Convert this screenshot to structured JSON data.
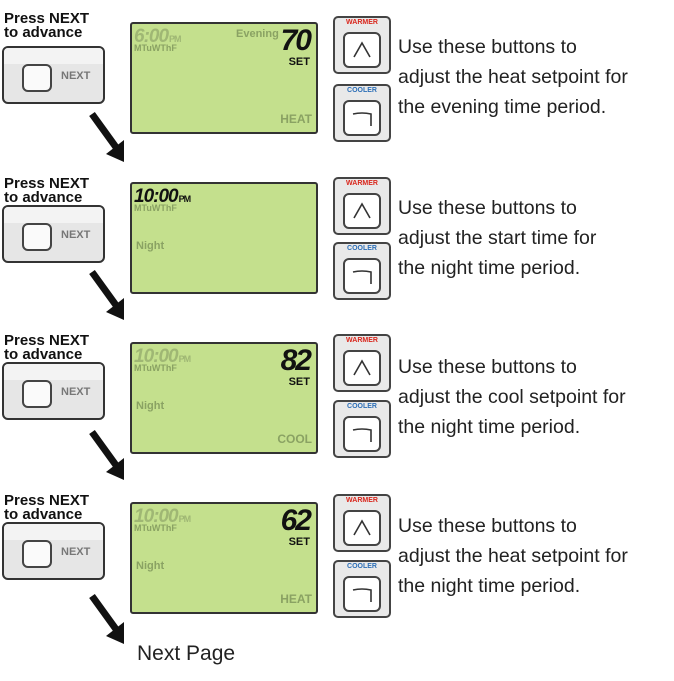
{
  "press_label_1": "Press NEXT",
  "press_label_2": "to advance",
  "next_button_label": "NEXT",
  "warmer_label": "WARMER",
  "cooler_label": "COOLER",
  "colors": {
    "lcd": "#c4e08d",
    "warmer": "#d9261c",
    "cooler": "#2d6fb7",
    "lcd_dim": "#8aa263"
  },
  "icons": [
    "next-button",
    "warmer-up-arrow-icon",
    "cooler-down-arrow-icon",
    "diagonal-arrow-icon"
  ],
  "steps": [
    {
      "time": "6:00",
      "time_suffix": "PM",
      "days": "MTuWThF",
      "period": "Evening",
      "temp": "70",
      "set": "SET",
      "mode": "HEAT",
      "desc": [
        "Use these buttons to",
        "adjust the heat setpoint for",
        "the evening time period."
      ]
    },
    {
      "time": "10:00",
      "time_suffix": "PM",
      "days": "MTuWThF",
      "period": "Night",
      "temp": "",
      "set": "",
      "mode": "",
      "desc": [
        "Use these buttons to",
        "adjust the start time for",
        "the night time period."
      ]
    },
    {
      "time": "10:00",
      "time_suffix": "PM",
      "days": "MTuWThF",
      "period": "Night",
      "temp": "82",
      "set": "SET",
      "mode": "COOL",
      "desc": [
        "Use these buttons to",
        "adjust the cool setpoint for",
        "the night time period."
      ]
    },
    {
      "time": "10:00",
      "time_suffix": "PM",
      "days": "MTuWThF",
      "period": "Night",
      "temp": "62",
      "set": "SET",
      "mode": "HEAT",
      "desc": [
        "Use these buttons to",
        "adjust the heat setpoint for",
        "the night time period."
      ]
    }
  ],
  "next_page": "Next Page"
}
